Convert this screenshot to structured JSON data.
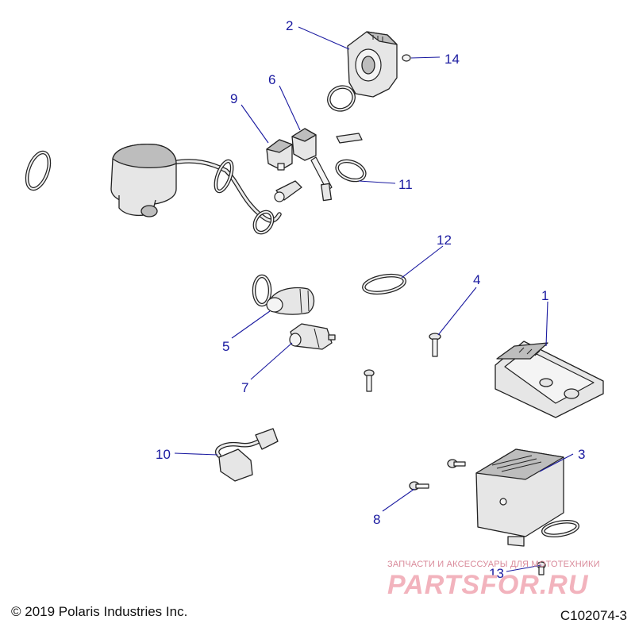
{
  "callouts": {
    "c1": "1",
    "c2": "2",
    "c3": "3",
    "c4": "4",
    "c5": "5",
    "c6": "6",
    "c7": "7",
    "c8": "8",
    "c9": "9",
    "c10": "10",
    "c11": "11",
    "c12": "12",
    "c13": "13",
    "c14": "14"
  },
  "footer": {
    "copyright": "© 2019 Polaris Industries Inc.",
    "figure_id": "C102074-3"
  },
  "watermark": {
    "tagline": "ЗАПЧАСТИ И АКСЕССУАРЫ ДЛЯ МОТОТЕХНИКИ",
    "brand": "PARTSFOR.RU"
  },
  "colors": {
    "callout": "#1a1aa0",
    "line_art": "#222222",
    "watermark": "#f2b3bd"
  }
}
